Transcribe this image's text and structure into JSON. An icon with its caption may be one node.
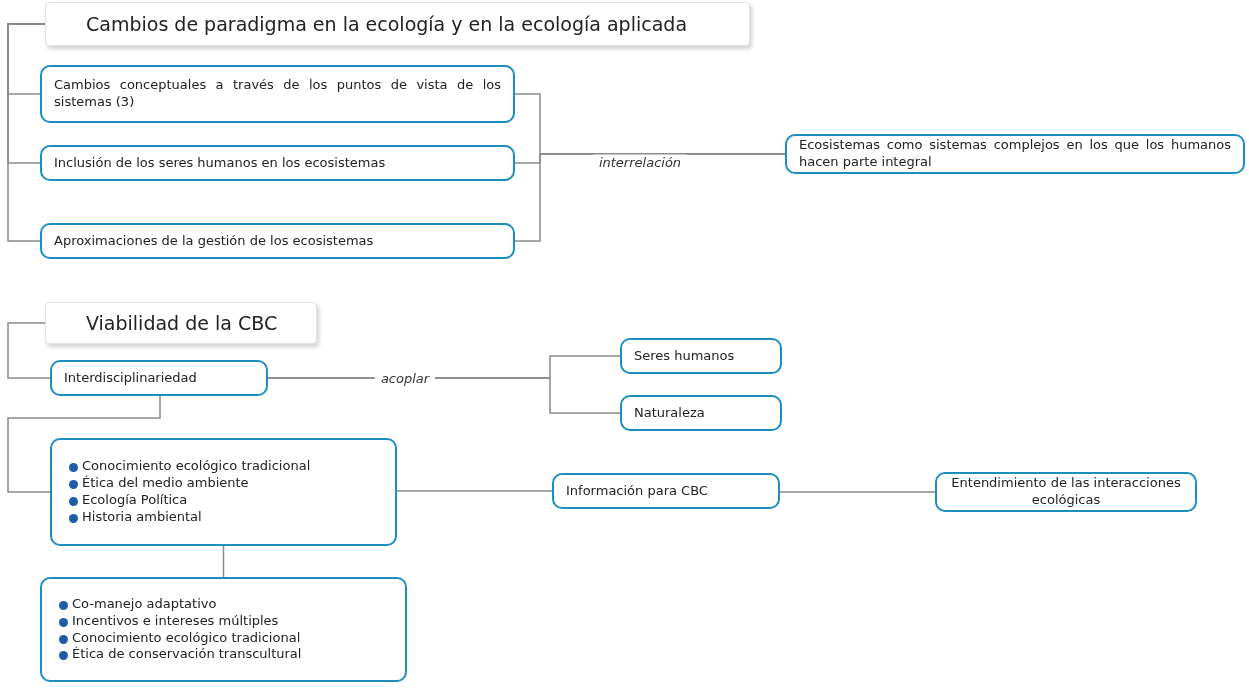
{
  "diagram": {
    "nodes": [
      {
        "text": [
          "Cambios de paradigma en la ecología y en la ecología aplicada"
        ]
      },
      {
        "text": [
          "Cambios conceptuales a través de los puntos de vista de los sistemas (3)"
        ]
      },
      {
        "text": [
          "Inclusión de los seres humanos en los ecosistemas"
        ]
      },
      {
        "text": [
          "Aproximaciones de la gestión de los ecosistemas"
        ]
      },
      {
        "text": [
          "Ecosistemas como sistemas complejos en los que los humanos hacen parte integral"
        ]
      },
      {
        "text": [
          "Viabilidad de la CBC"
        ]
      },
      {
        "text": [
          "Interdisciplinariedad"
        ]
      },
      {
        "text": [
          "Seres humanos"
        ]
      },
      {
        "text": [
          "Naturaleza"
        ]
      },
      {
        "text": [
          "Conocimiento ecológico tradicional",
          "Ética del medio ambiente",
          "Ecología Política",
          "Historia ambiental"
        ]
      },
      {
        "text": [
          "Información para CBC"
        ]
      },
      {
        "text": [
          "Entendimiento de las interacciones ecológicas"
        ]
      },
      {
        "text": [
          "Co-manejo adaptativo",
          "Incentivos e intereses múltiples",
          "Conocimiento ecológico tradicional",
          "Ética de conservación transcultural"
        ]
      }
    ],
    "edges": [
      {
        "from": 0,
        "to": 1,
        "arrow": "none"
      },
      {
        "from": 0,
        "to": 2,
        "arrow": "none"
      },
      {
        "from": 0,
        "to": 3,
        "arrow": "none"
      },
      {
        "from": 1,
        "to": 4,
        "arrow": "none"
      },
      {
        "from": 2,
        "to": 4,
        "arrow": "none",
        "label": "interrelación"
      },
      {
        "from": 3,
        "to": 4,
        "arrow": "none"
      },
      {
        "from": 5,
        "to": 6,
        "arrow": "none"
      },
      {
        "from": 6,
        "to": 7,
        "arrow": "none",
        "label": "acoplar"
      },
      {
        "from": 6,
        "to": 8,
        "arrow": "none"
      },
      {
        "from": 6,
        "to": 9,
        "arrow": "none"
      },
      {
        "from": 9,
        "to": 10,
        "arrow": "none"
      },
      {
        "from": 10,
        "to": 11,
        "arrow": "none"
      },
      {
        "from": 9,
        "to": 12,
        "arrow": "none"
      }
    ]
  }
}
